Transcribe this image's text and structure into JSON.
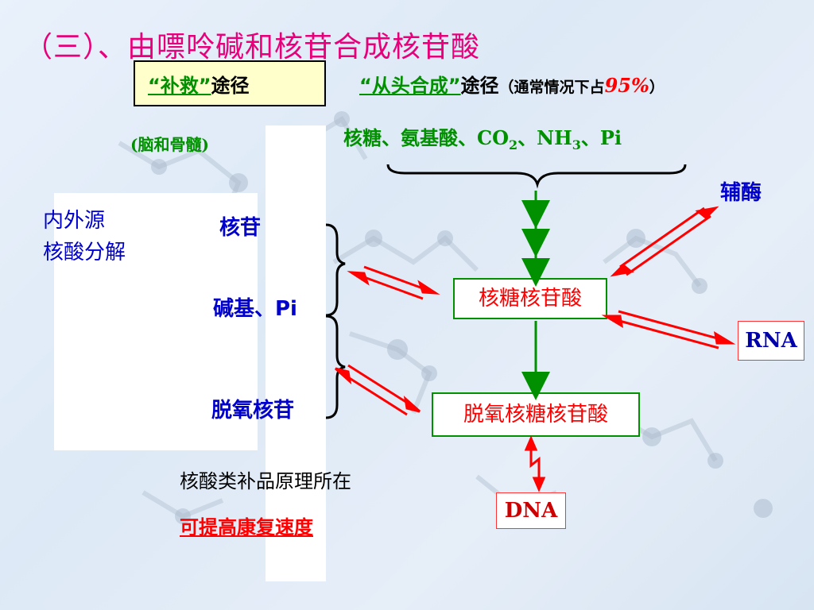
{
  "title": "（三）、由嘌呤碱和核苷合成核苷酸",
  "salvage": {
    "quote_text": "“补救”",
    "path_word": "途径"
  },
  "denovo": {
    "quote_text": "“从头合成”",
    "path_word": "途径",
    "note_prefix": "（通常情况下占",
    "note_percent": "95%",
    "note_suffix": "）"
  },
  "salvage_site": "(脑和骨髓)",
  "precursors": {
    "part1": "核糖、氨基酸、CO",
    "sub1": "2",
    "part2": "、NH",
    "sub2": "3",
    "part3": "、Pi"
  },
  "coenzyme": "辅酶",
  "source": {
    "line1": "内外源",
    "line2": "核酸分解"
  },
  "salvage_items": {
    "nucleoside": "核苷",
    "base_pi": "碱基、Pi",
    "deoxynucleoside": "脱氧核苷"
  },
  "ribonucleotide": "核糖核苷酸",
  "deoxyribonucleotide": "脱氧核糖核苷酸",
  "rna": "RNA",
  "dna": "DNA",
  "supplement_note": "核酸类补品原理所在",
  "recovery_note": "可提高康复速度",
  "colors": {
    "title": "#e8007a",
    "green": "#009000",
    "blue": "#0000cc",
    "red": "#ff0000",
    "yellow_box": "#ffffcc"
  }
}
